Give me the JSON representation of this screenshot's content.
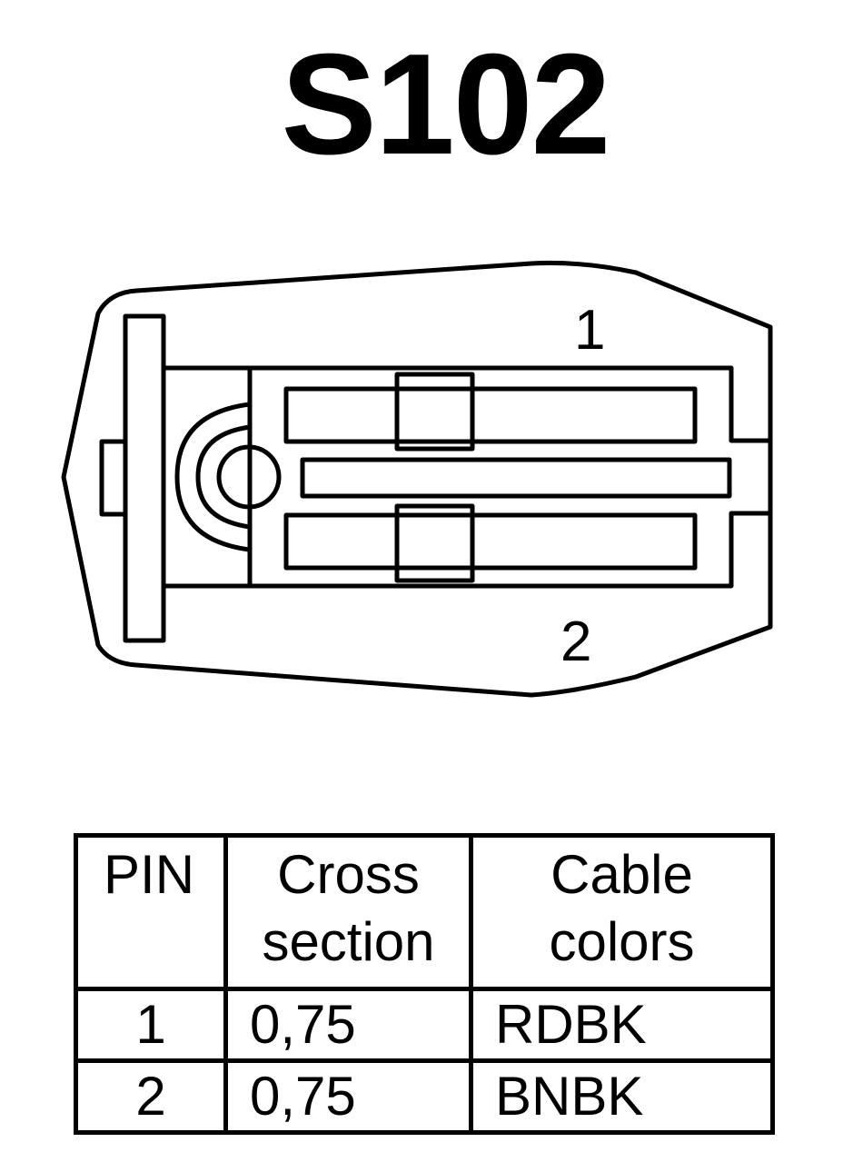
{
  "title": "S102",
  "connector": {
    "pin_labels": [
      "1",
      "2"
    ]
  },
  "table": {
    "headers": {
      "pin": "PIN",
      "cross_section": [
        "Cross",
        "section"
      ],
      "cable_colors": [
        "Cable",
        "colors"
      ]
    },
    "rows": [
      {
        "pin": "1",
        "cross_section": "0,75",
        "cable_color": "RDBK"
      },
      {
        "pin": "2",
        "cross_section": "0,75",
        "cable_color": "BNBK"
      }
    ]
  }
}
